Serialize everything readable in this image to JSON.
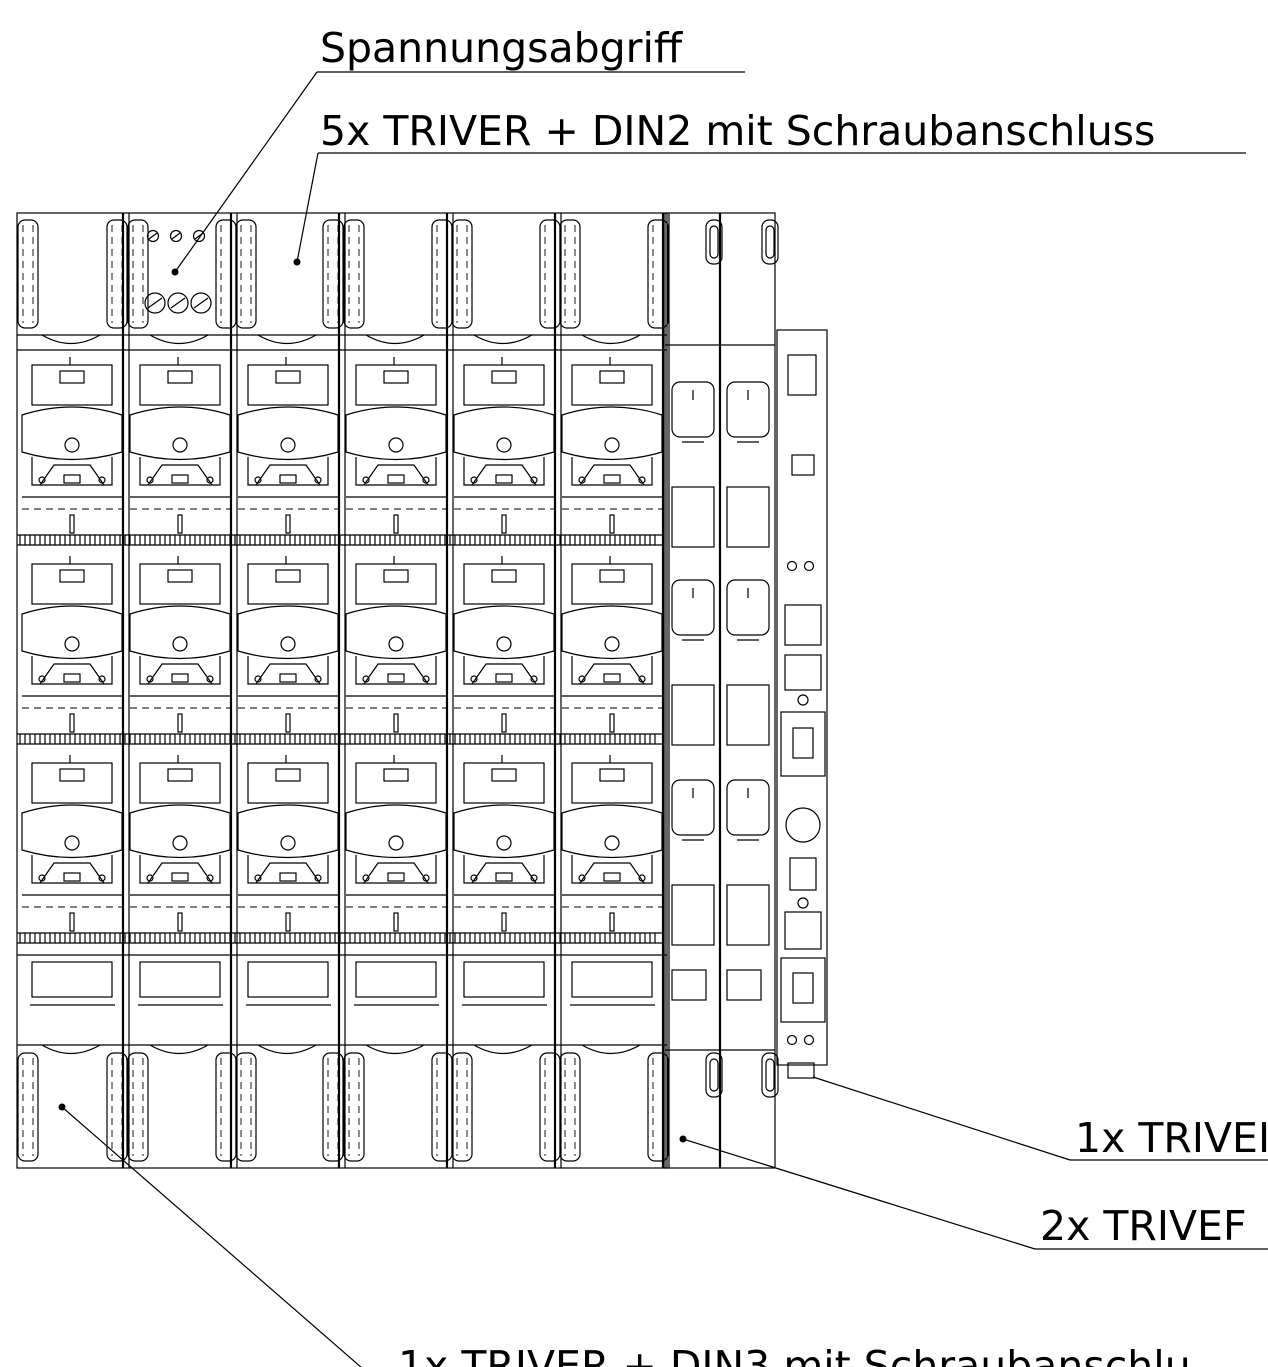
{
  "labels": {
    "voltage_tap": "Spannungsabgriff",
    "top_row": "5x TRIVER + DIN2 mit Schraubanschluss",
    "right_a": "1x TRIVEI",
    "right_b": "2x TRIVEF",
    "bottom": "1x TRIVER + DIN3 mit Schraubanschlu"
  }
}
